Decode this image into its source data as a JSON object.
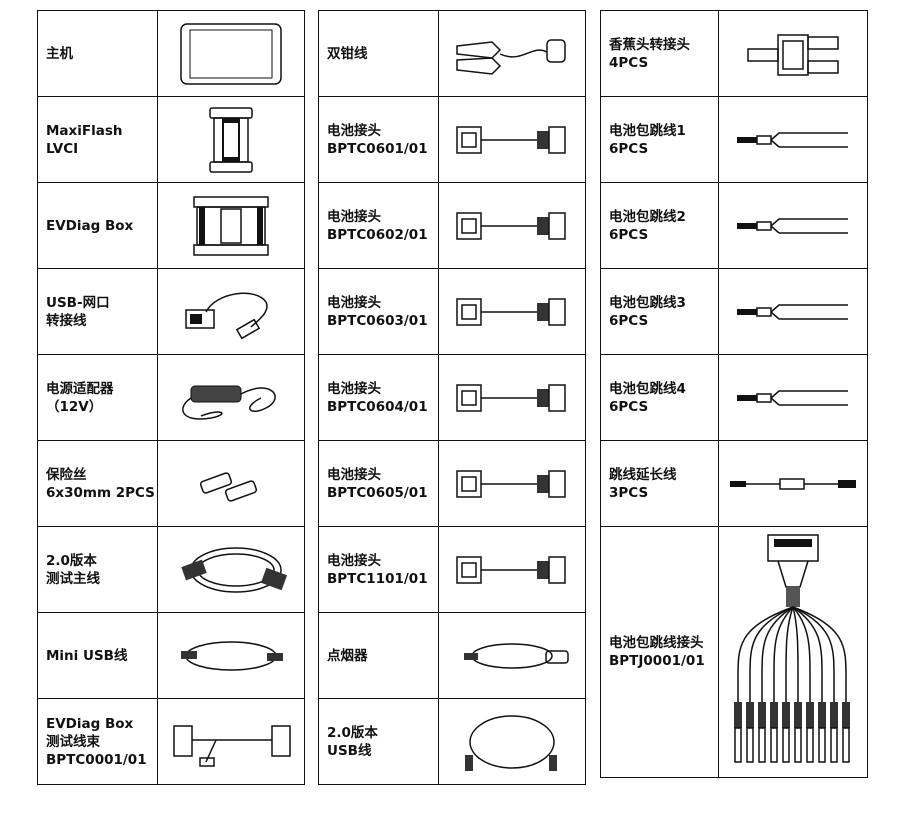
{
  "columns": [
    {
      "items": [
        {
          "label": "主机",
          "icon": "tablet-icon"
        },
        {
          "label": "MaxiFlash\nLVCI",
          "icon": "lvci-device-icon"
        },
        {
          "label": "EVDiag Box",
          "icon": "evdiag-box-icon"
        },
        {
          "label": "USB-网口\n转接线",
          "icon": "usb-ethernet-adapter-icon"
        },
        {
          "label": "电源适配器\n（12V）",
          "icon": "power-adapter-icon"
        },
        {
          "label": "保险丝\n6x30mm 2PCS",
          "icon": "fuse-icon"
        },
        {
          "label": "2.0版本\n测试主线",
          "icon": "obd-cable-icon"
        },
        {
          "label": "Mini USB线",
          "icon": "mini-usb-cable-icon"
        },
        {
          "label": "EVDiag Box\n测试线束\nBPTC0001/01",
          "icon": "db-harness-icon"
        }
      ]
    },
    {
      "items": [
        {
          "label": "双钳线",
          "icon": "clamp-cable-icon"
        },
        {
          "label": "电池接头\nBPTC0601/01",
          "icon": "battery-connector-icon"
        },
        {
          "label": "电池接头\nBPTC0602/01",
          "icon": "battery-connector-icon"
        },
        {
          "label": "电池接头\nBPTC0603/01",
          "icon": "battery-connector-icon"
        },
        {
          "label": "电池接头\nBPTC0604/01",
          "icon": "battery-connector-icon"
        },
        {
          "label": "电池接头\nBPTC0605/01",
          "icon": "battery-connector-icon"
        },
        {
          "label": "电池接头\nBPTC1101/01",
          "icon": "battery-connector-icon"
        },
        {
          "label": "点烟器",
          "icon": "cigarette-lighter-cable-icon"
        },
        {
          "label": "2.0版本\nUSB线",
          "icon": "usb-cable-icon"
        }
      ]
    },
    {
      "items": [
        {
          "label": "香蕉头转接头\n4PCS",
          "icon": "banana-adapter-icon"
        },
        {
          "label": "电池包跳线1\n6PCS",
          "icon": "jumper-wire-icon"
        },
        {
          "label": "电池包跳线2\n6PCS",
          "icon": "jumper-wire-icon"
        },
        {
          "label": "电池包跳线3\n6PCS",
          "icon": "jumper-wire-icon"
        },
        {
          "label": "电池包跳线4\n6PCS",
          "icon": "jumper-wire-icon"
        },
        {
          "label": "跳线延长线\n3PCS",
          "icon": "extension-wire-icon"
        },
        {
          "label": "电池包跳线接头\nBPTJ0001/01",
          "icon": "harness-connector-icon",
          "rowspan": 3
        }
      ]
    }
  ]
}
